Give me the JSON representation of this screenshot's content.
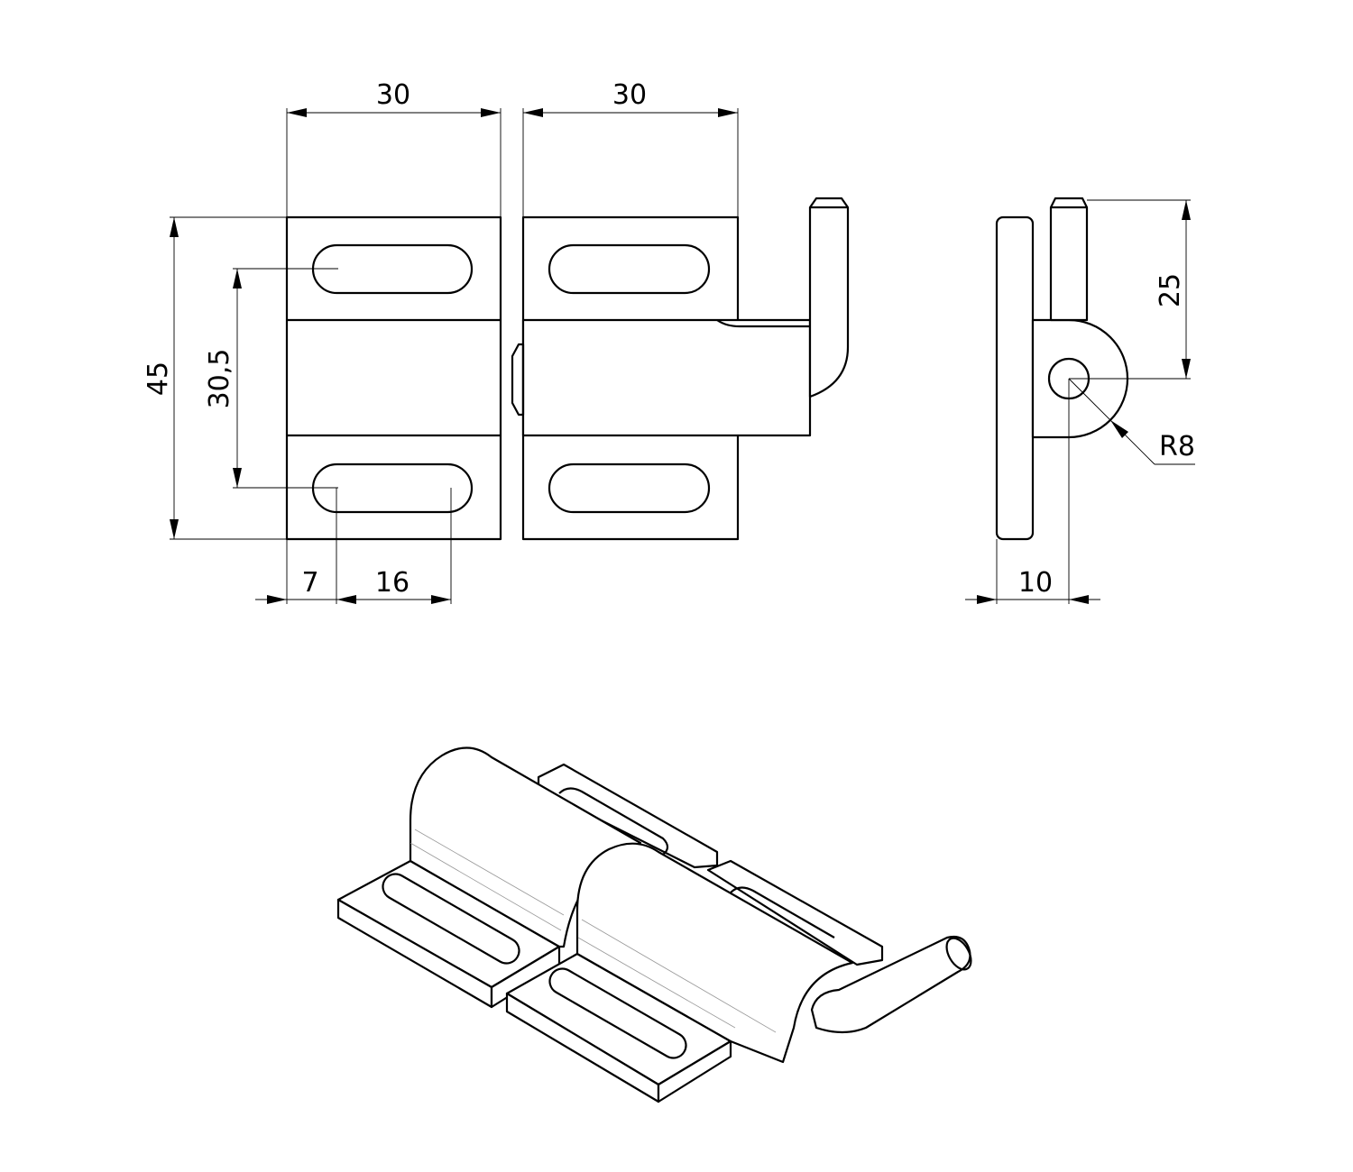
{
  "drawing": {
    "front_view": {
      "width_left_label": "30",
      "width_right_label": "30",
      "height_label": "45",
      "slot_spacing_label": "30,5",
      "slot_offset_label": "7",
      "slot_length_label": "16"
    },
    "side_view": {
      "offset_label": "10",
      "pin_height_label": "25",
      "radius_label": "R8"
    }
  }
}
